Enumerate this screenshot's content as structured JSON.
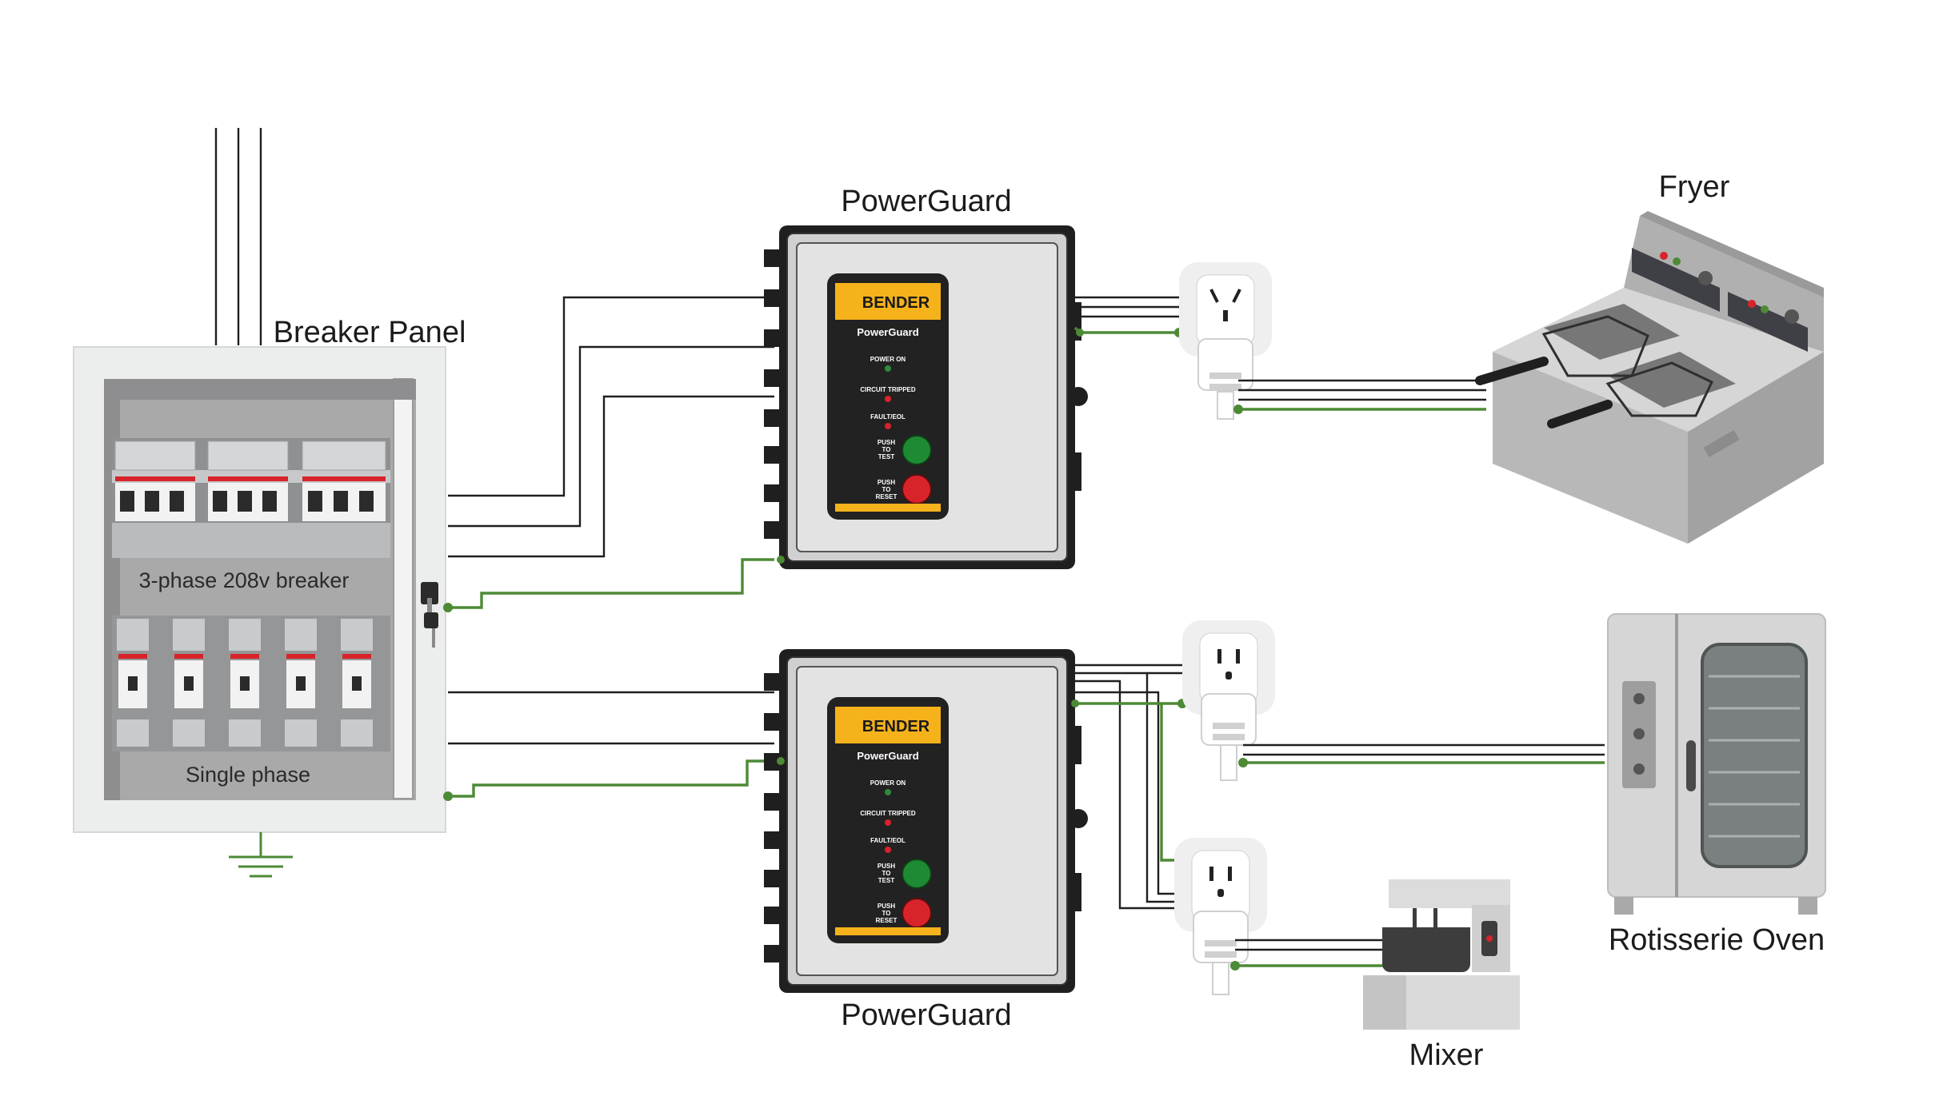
{
  "labels": {
    "breaker_panel": "Breaker Panel",
    "three_phase": "3-phase 208v breaker",
    "single_phase": "Single phase",
    "powerguard_top": "PowerGuard",
    "powerguard_bottom": "PowerGuard",
    "fryer": "Fryer",
    "rotisserie_oven": "Rotisserie Oven",
    "mixer": "Mixer"
  },
  "device": {
    "brand": "BENDER",
    "model": "PowerGuard",
    "indicators": [
      "POWER ON",
      "CIRCUIT TRIPPED",
      "FAULT/EOL"
    ],
    "test_button": [
      "PUSH",
      "TO",
      "TEST"
    ],
    "reset_button": [
      "PUSH",
      "TO",
      "RESET"
    ]
  },
  "colors": {
    "ground_wire": "#4d8a36",
    "line_wire": "#1f1f1f",
    "device_accent": "#f5b21b",
    "test_button": "#1f8a34",
    "reset_button": "#d8232a"
  }
}
